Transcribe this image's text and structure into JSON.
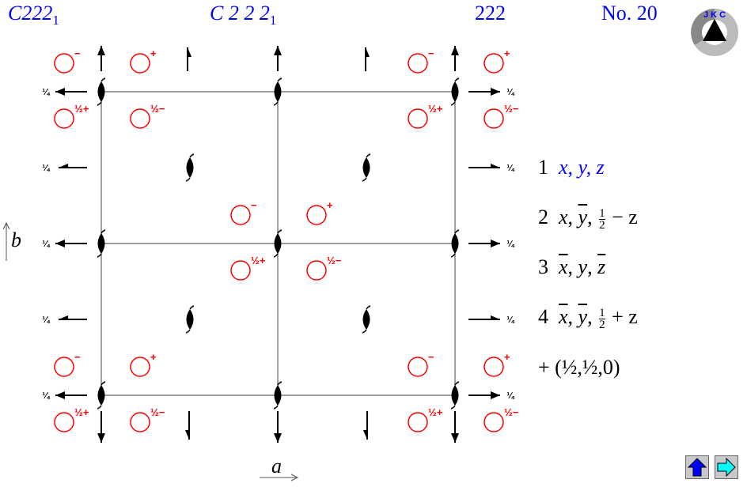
{
  "header": {
    "short_symbol": "C222",
    "short_symbol_sub": "1",
    "full_symbol": "C 2 2 2",
    "full_symbol_sub": "1",
    "point_group": "222",
    "number": "No. 20"
  },
  "logo": {
    "text": "JKC"
  },
  "diagram": {
    "symbol_color": "#ff0000",
    "circle_labels": {
      "minus": "−",
      "plus": "+",
      "half_plus": "½+",
      "half_minus": "½−"
    },
    "height_label": "¼",
    "axis_a": "a",
    "axis_b": "b"
  },
  "operations": {
    "op1_num": "1",
    "op1": "x, y, z",
    "op2_num": "2",
    "op3_num": "3",
    "op4_num": "4",
    "half": "1",
    "half_den": "2",
    "centering": "+ (½,½,0)",
    "minus_z": "− z",
    "plus_z": "+ z"
  },
  "nav": {
    "up": "up-arrow",
    "next": "right-arrow",
    "up_color": "#0000ff",
    "next_color": "#00ffff"
  }
}
